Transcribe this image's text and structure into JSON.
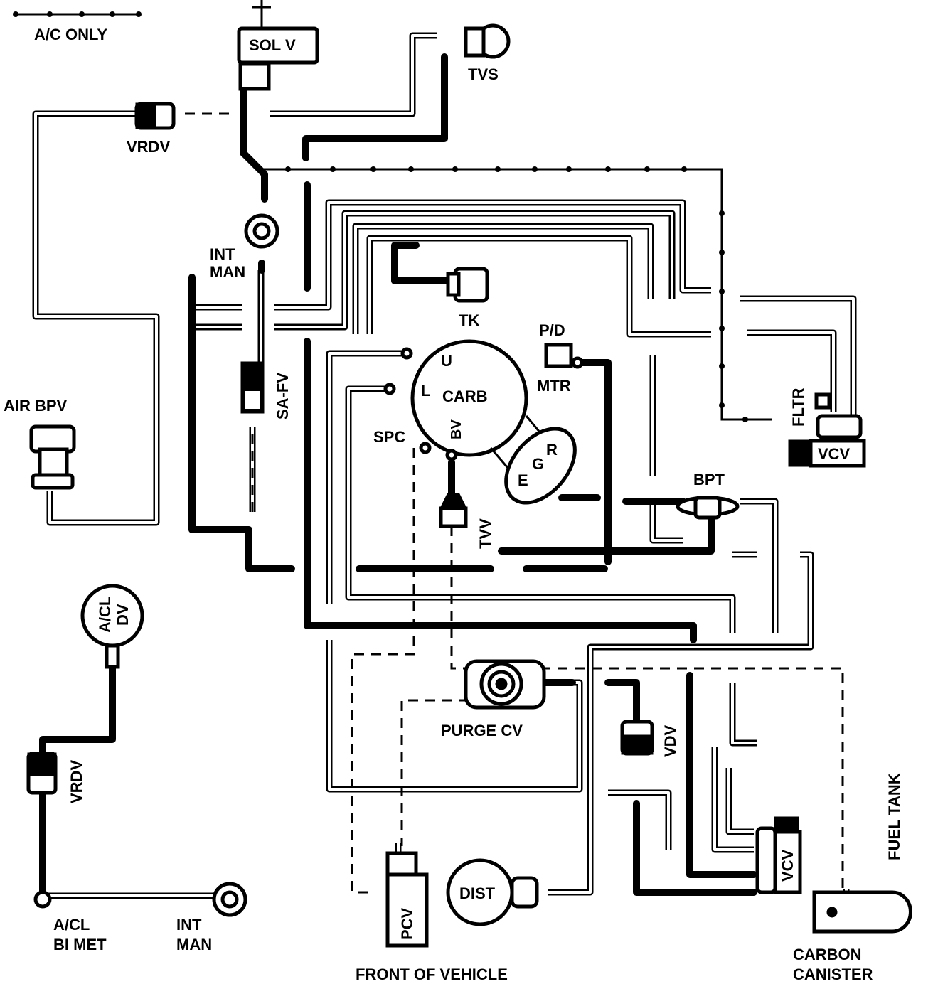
{
  "legend": {
    "ac_only": "A/C ONLY"
  },
  "components": {
    "sol_v": "SOL V",
    "tvs": "TVS",
    "vrdv_top": "VRDV",
    "int_man_top_1": "INT",
    "int_man_top_2": "MAN",
    "air_bpv": "AIR BPV",
    "sa_fv": "SA-FV",
    "tk": "TK",
    "p_d": "P/D",
    "mtr": "MTR",
    "carb_u": "U",
    "carb_l": "L",
    "carb": "CARB",
    "carb_bv": "BV",
    "spc": "SPC",
    "tvv": "TVV",
    "egr_e": "E",
    "egr_g": "G",
    "egr_r": "R",
    "fltr": "FLTR",
    "vcv_right": "VCV",
    "bpt": "BPT",
    "a_cl_dv_1": "A/CL",
    "a_cl_dv_2": "DV",
    "vrdv_bottom": "VRDV",
    "purge_cv": "PURGE CV",
    "vdv": "VDV",
    "fuel_tank": "FUEL TANK",
    "dist": "DIST",
    "pcv": "PCV",
    "vcv_bottom": "VCV",
    "a_cl_bi_met_1": "A/CL",
    "a_cl_bi_met_2": "BI MET",
    "int_man_bottom_1": "INT",
    "int_man_bottom_2": "MAN",
    "carbon_canister_1": "CARBON",
    "carbon_canister_2": "CANISTER",
    "front_of_vehicle": "FRONT OF VEHICLE"
  }
}
